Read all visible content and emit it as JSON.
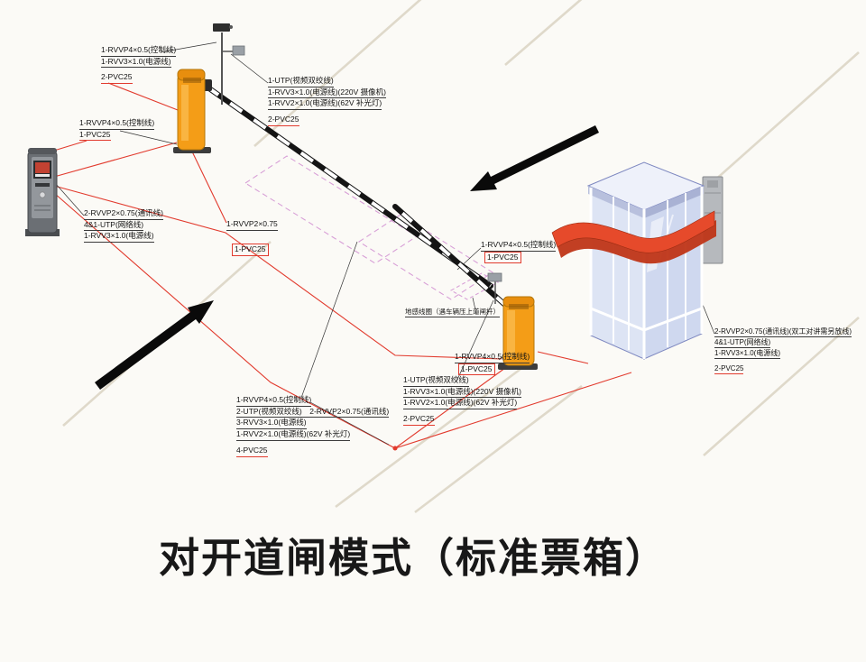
{
  "title": "对开道闸模式（标准票箱）",
  "colors": {
    "wire_red": "#e23b2e",
    "barrier_orange": "#f49d17",
    "arm_black": "#141414",
    "road_line": "#d9d2c2",
    "island_dash": "#d08ad0",
    "booth_wall": "#dde4f4",
    "booth_wall_dark": "#cfd8ef",
    "booth_frame": "#7e88c0",
    "awning_red": "#e64a2b",
    "awning_shadow": "#bf3517",
    "arrow_black": "#0a0a0a",
    "leader": "#333333",
    "metal_gray": "#9aa0a6",
    "machine_gray": "#6b6f74"
  },
  "labels": {
    "top_left": [
      "1-RVVP4×0.5(控制线)",
      "1-RVV3×1.0(电源线)",
      "2-PVC25"
    ],
    "left_entry": [
      "1-RVVP4×0.5(控制线)",
      "1-PVC25"
    ],
    "camera_top": [
      "1-UTP(视频双绞线)",
      "1-RVV3×1.0(电源线)(220V 摄像机)",
      "1-RVV2×1.0(电源线)(62V 补光灯)",
      "2-PVC25"
    ],
    "ticket_left": [
      "2-RVVP2×0.75(通讯线)",
      "4&1-UTP(网络线)",
      "1-RVV3×1.0(电源线)"
    ],
    "center_comm": "1-RVVP2×0.75",
    "center_pvc": "1-PVC25",
    "exit_gate_upper": [
      "1-RVVP4×0.5(控制线)",
      "1-PVC25"
    ],
    "ground_loop": "地感线圈（遇车辆压上道闸杆）",
    "exit_gate_lower": [
      "1-RVVP4×0.5(控制线)",
      "1-PVC25"
    ],
    "camera_bottom": [
      "1-UTP(视频双绞线)",
      "1-RVV3×1.0(电源线)(220V 摄像机)",
      "1-RVV2×1.0(电源线)(62V 补光灯)",
      "2-PVC25"
    ],
    "trunk_bottom": [
      "1-RVVP4×0.5(控制线)",
      "2-UTP(视频双绞线)　2-RVVP2×0.75(通讯线)",
      "3-RVV3×1.0(电源线)",
      "1-RVV2×1.0(电源线)(62V 补光灯)",
      "4-PVC25"
    ],
    "booth_right": [
      "2-RVVP2×0.75(通讯线)(双工对讲需另放线)",
      "4&1-UTP(网络线)",
      "1-RVV3×1.0(电源线)",
      "2-PVC25"
    ]
  }
}
